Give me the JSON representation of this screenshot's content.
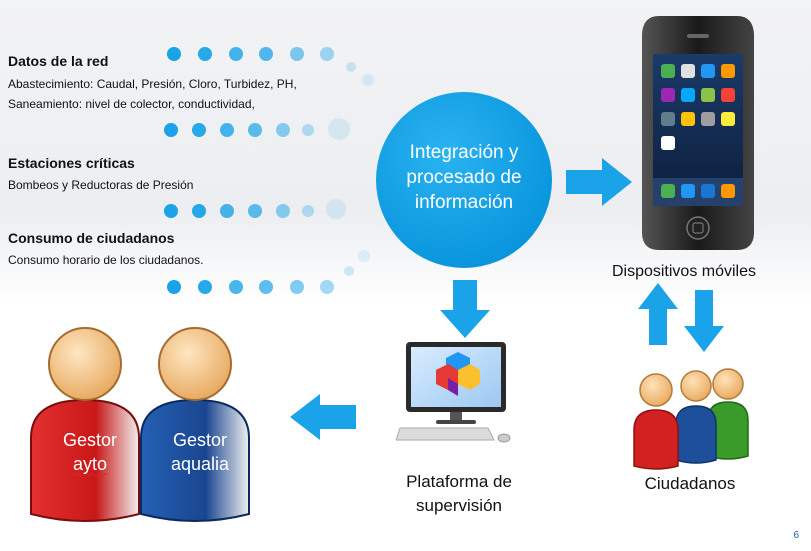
{
  "sections": [
    {
      "title": "Datos de la red",
      "lines": [
        "Abastecimiento: Caudal, Presión, Cloro, Turbidez, PH,",
        "Saneamiento: nivel de colector, conductividad,"
      ]
    },
    {
      "title": "Estaciones críticas",
      "lines": [
        "Bombeos y Reductoras de Presión"
      ]
    },
    {
      "title": "Consumo de ciudadanos",
      "lines": [
        "Consumo horario de los ciudadanos."
      ]
    }
  ],
  "hub": {
    "line1": "Integración y",
    "line2": "procesado de",
    "line3": "información"
  },
  "devices_label": "Dispositivos  móviles",
  "platform_label": {
    "line1": "Plataforma de",
    "line2": "supervisión"
  },
  "citizens_label": "Ciudadanos",
  "managers": [
    {
      "line1": "Gestor",
      "line2": "ayto"
    },
    {
      "line1": "Gestor",
      "line2": "aqualia"
    }
  ],
  "page_number": "6",
  "colors": {
    "accent": "#1aa3e8",
    "hub": "#0b97de",
    "red": "#d32020",
    "blue": "#1e4f9a",
    "green": "#3a9a2a"
  }
}
